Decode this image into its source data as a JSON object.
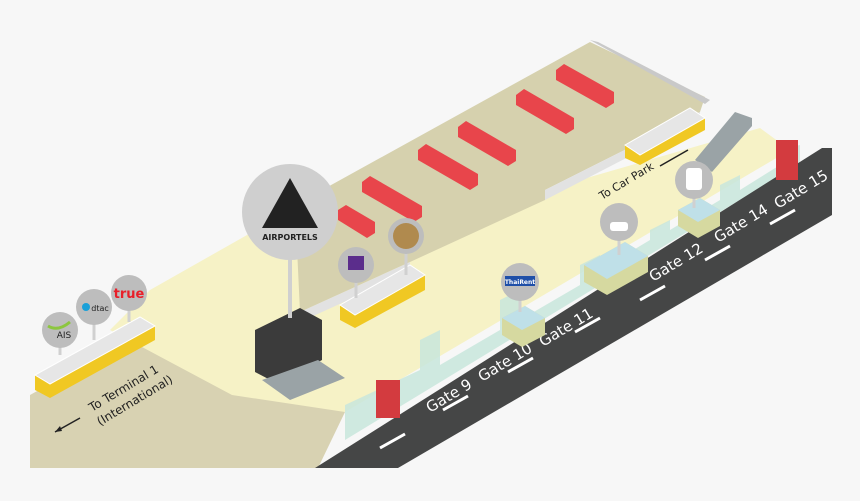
{
  "map": {
    "directions": {
      "terminal1_line1": "To Terminal 1",
      "terminal1_line2": "(International)",
      "car_park": "To Car Park"
    },
    "gates": [
      "Gate 9",
      "Gate 10",
      "Gate 11",
      "Gate 12",
      "Gate 14",
      "Gate 15"
    ],
    "telecom_pins": [
      "AIS",
      "dtac",
      "true"
    ],
    "service_pins": {
      "airportels": "AIRPORTELS",
      "thairent": "ThaiRent",
      "car_rental_icon": "car-key-icon",
      "bus_icon": "bus-icon",
      "bank_icon": "bank-logo-icon",
      "emblem_icon": "royal-emblem-icon"
    },
    "colors": {
      "floor": "#f6f2c6",
      "platform": "#d6d1ae",
      "road": "#454646",
      "counter": "#f0c823",
      "parking_bar": "#e8454b",
      "pin": "#bdbdbd",
      "glass": "#c8e6dc",
      "true_red": "#e8202a",
      "dtac_blue": "#1aa0d8",
      "ais_green": "#8cc63f",
      "thairent_blue": "#1f4fa8"
    }
  }
}
